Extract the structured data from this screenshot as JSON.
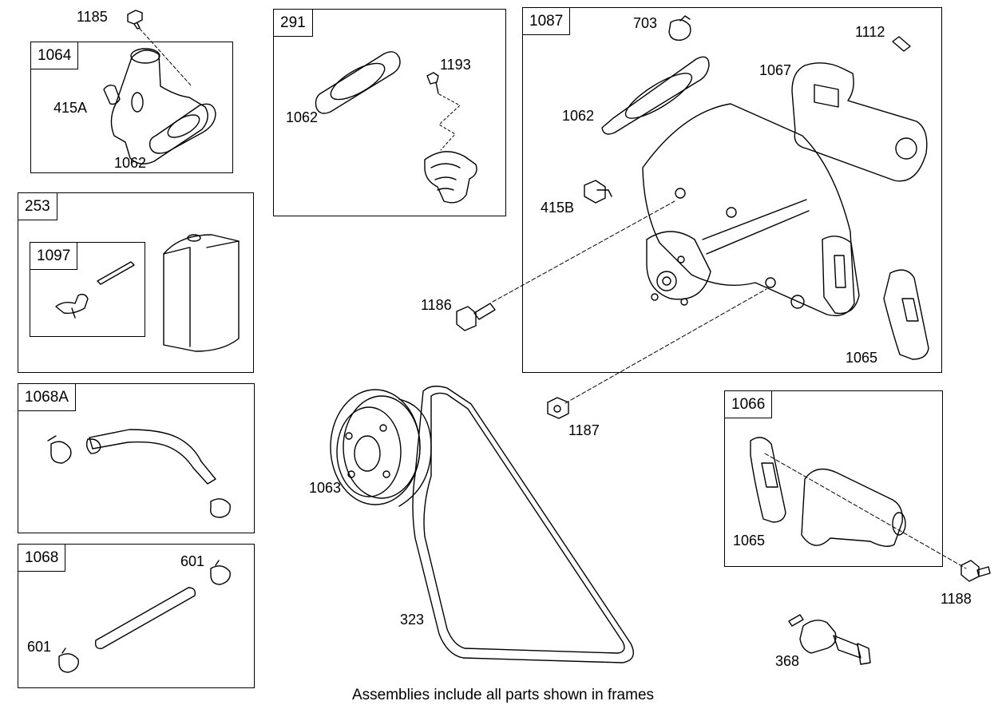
{
  "footer_note": "Assemblies include all parts shown in frames",
  "frames": {
    "f1064": "1064",
    "f291": "291",
    "f1087": "1087",
    "f253": "253",
    "f1097": "1097",
    "f1068A": "1068A",
    "f1068": "1068",
    "f1066": "1066"
  },
  "labels": {
    "p1185": "1185",
    "p415A": "415A",
    "p1062_a": "1062",
    "p1062_b": "1062",
    "p1193": "1193",
    "p703": "703",
    "p1112": "1112",
    "p1067": "1067",
    "p1062_c": "1062",
    "p415B": "415B",
    "p1186": "1186",
    "p1065_a": "1065",
    "p1187": "1187",
    "p1063": "1063",
    "p323": "323",
    "p1065_b": "1065",
    "p1188": "1188",
    "p368": "368",
    "p601_a": "601",
    "p601_b": "601"
  }
}
